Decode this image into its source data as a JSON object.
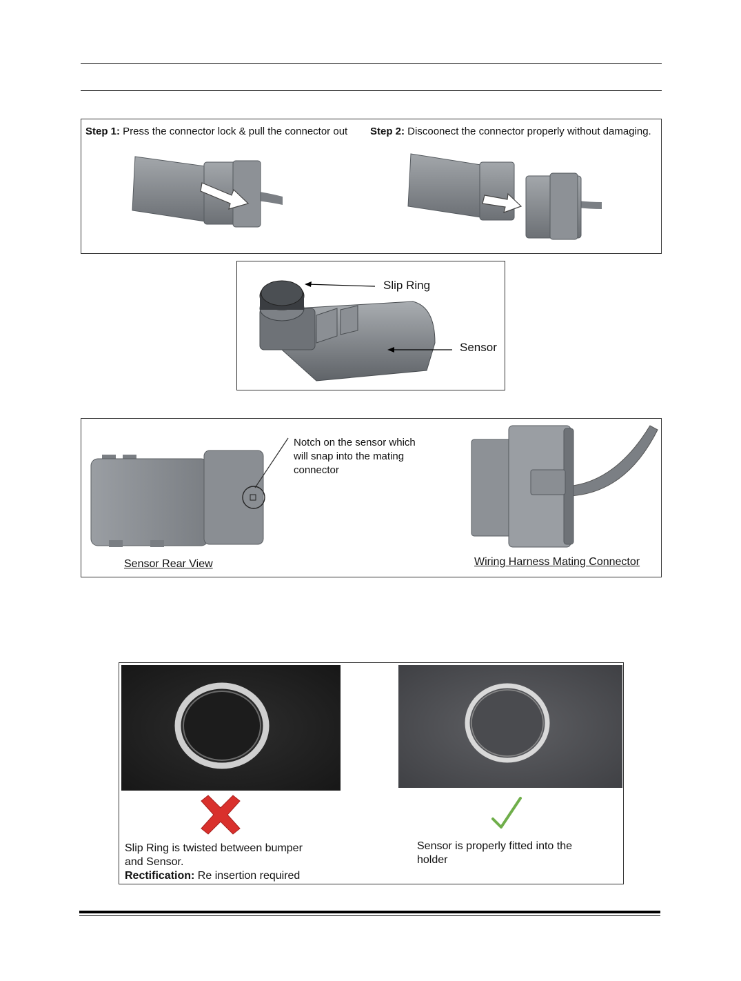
{
  "panel1": {
    "step1_label": "Step 1:",
    "step1_text": " Press the connector lock & pull the connector out",
    "step2_label": "Step 2:",
    "step2_text": " Discoonect the connector properly without damaging."
  },
  "panel2": {
    "slip_ring_label": "Slip Ring",
    "sensor_label": "Sensor"
  },
  "panel3": {
    "notch_line1": "Notch on the sensor which",
    "notch_line2": "will snap into the mating",
    "notch_line3": "connector",
    "rear_view_caption": "Sensor Rear View",
    "harness_caption": "Wiring Harness Mating Connector"
  },
  "panel4": {
    "wrong_line1": "Slip Ring is twisted between bumper",
    "wrong_line2": "and Sensor.",
    "rectification_label": "Rectification:",
    "rectification_text": " Re insertion required",
    "correct_line1": "Sensor is properly fitted into the",
    "correct_line2": "holder"
  },
  "colors": {
    "connector_gray": "#8a8e93",
    "cross_red": "#d9302c",
    "check_green": "#6fae4a"
  },
  "icons": [
    "arrow-icon",
    "cross-icon",
    "check-icon"
  ]
}
